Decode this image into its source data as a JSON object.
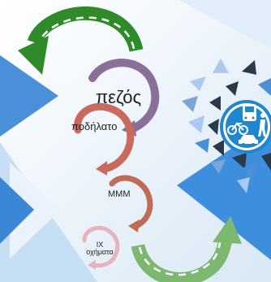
{
  "hierarchy": {
    "levels": [
      {
        "id": "walk",
        "label": "πεζός",
        "color": "#8a6f98"
      },
      {
        "id": "bike",
        "label": "ποδήλατο",
        "color": "#c96a5f"
      },
      {
        "id": "mmm",
        "label": "ΜΜΜ",
        "color": "#bf6b55"
      },
      {
        "id": "car",
        "label_line1": "IX",
        "label_line2": "οχήματα",
        "color": "#e3b4b8"
      }
    ]
  },
  "colors": {
    "arrow_green": "#2f8a2a",
    "arrow_green_light": "#7cb86f",
    "triangle_blue": "#4a90d9",
    "triangle_light": "#a9c9ee",
    "triangle_dark": "#2b3a4a",
    "circle_blue": "#1f86d0"
  },
  "icons": [
    "bus-icon",
    "bicycle-icon",
    "pedestrian-icon",
    "car-icon"
  ]
}
